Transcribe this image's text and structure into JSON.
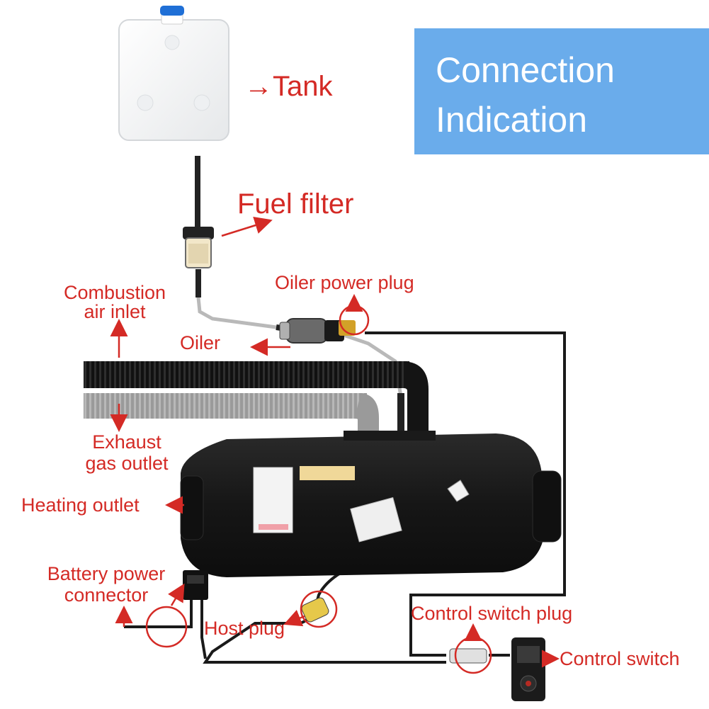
{
  "title": {
    "line1": "Connection",
    "line2": "Indication"
  },
  "labels": {
    "tank": "→Tank",
    "fuel_filter": "Fuel filter",
    "oiler_power_plug": "Oiler power plug",
    "combustion_air_inlet_1": "Combustion",
    "combustion_air_inlet_2": "air inlet",
    "oiler": "Oiler",
    "exhaust_gas_outlet_1": "Exhaust",
    "exhaust_gas_outlet_2": "gas outlet",
    "heating_outlet": "Heating outlet",
    "battery_power_connector_1": "Battery power",
    "battery_power_connector_2": "connector",
    "host_plug": "Host plug",
    "control_switch_plug": "Control switch plug",
    "control_switch": "Control switch"
  },
  "colors": {
    "label_red": "#d42a25",
    "title_blue": "#6aaceb",
    "title_text": "#ffffff",
    "heater_body": "#1b1b1b",
    "fuel_line": "#222222",
    "pipe_black": "#111111",
    "pipe_grey": "#9a9a9a"
  }
}
